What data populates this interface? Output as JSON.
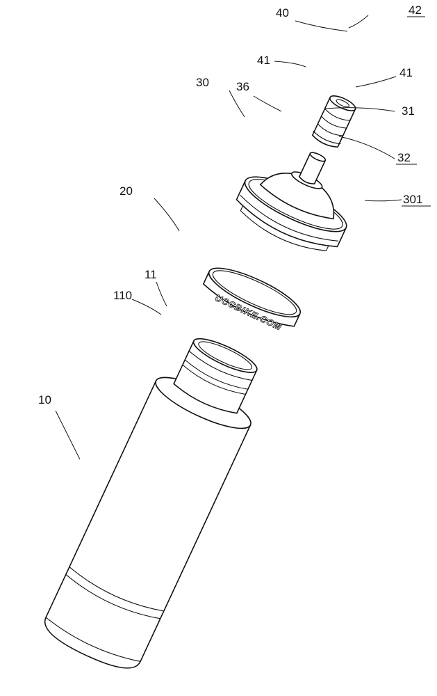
{
  "figure": {
    "brand_mark": "UCCBIKE.COM",
    "labels": {
      "l40": "40",
      "l42": "42",
      "l41a": "41",
      "l41b": "41",
      "l30": "30",
      "l36": "36",
      "l31": "31",
      "l32": "32",
      "l301": "301",
      "l20": "20",
      "l11": "11",
      "l110": "110",
      "l10": "10"
    },
    "underlined_labels": [
      "42",
      "32",
      "301"
    ]
  }
}
